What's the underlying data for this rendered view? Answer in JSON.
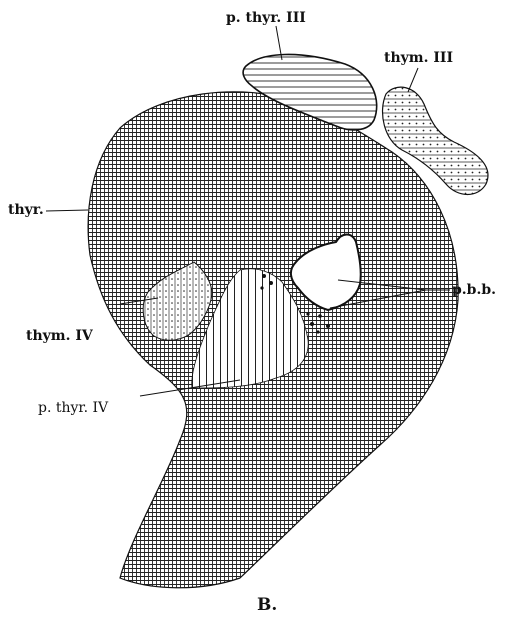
{
  "figure": {
    "caption": "B.",
    "colors": {
      "ink": "#111111",
      "background": "#ffffff"
    }
  },
  "labels": {
    "p_thyr_III": "p. thyr. III",
    "thym_III": "thym. III",
    "thyr": "thyr.",
    "p_b_b": "p.b.b.",
    "thym_IV": "thym. IV",
    "p_thyr_IV": "p. thyr. IV"
  }
}
